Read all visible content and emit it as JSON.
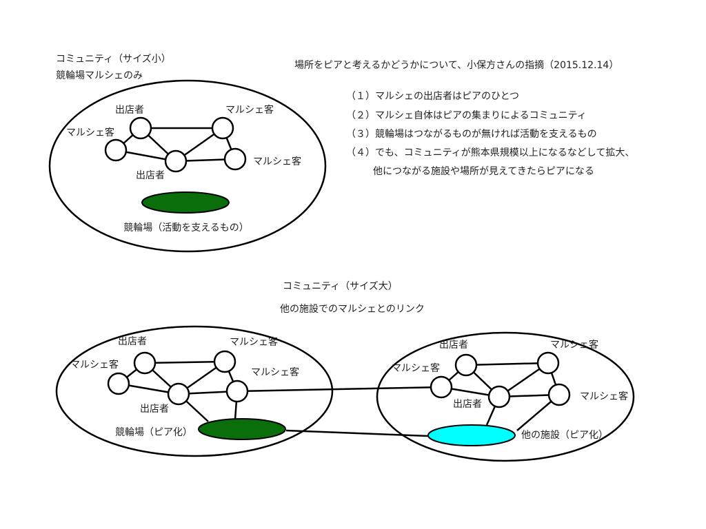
{
  "small": {
    "title": "コミュニティ（サイズ小）",
    "subtitle": "競輪場マルシェのみ",
    "base_label": "競輪場（活動を支えるもの）",
    "nodes": {
      "seller_top": "出店者",
      "customer_top": "マルシェ客",
      "customer_left": "マルシェ客",
      "seller_center": "出店者",
      "customer_right": "マルシェ客"
    }
  },
  "notes": {
    "heading": "場所をピアと考えるかどうかについて、小保方さんの指摘（2015.12.14）",
    "items": [
      "（１）マルシェの出店者はピアのひとつ",
      "（２）マルシェ自体はピアの集まりによるコミュニティ",
      "（３）競輪場はつながるものが無ければ活動を支えるもの",
      "（４）でも、コミュニティが熊本県規模以上になるなどして拡大、",
      "他につながる施設や場所が見えてきたらピアになる"
    ]
  },
  "large": {
    "title": "コミュニティ（サイズ大）",
    "subtitle": "他の施設でのマルシェとのリンク",
    "left": {
      "nodes": {
        "seller_top": "出店者",
        "customer_top": "マルシェ客",
        "customer_left": "マルシェ客",
        "seller_center": "出店者",
        "customer_right": "マルシェ客"
      },
      "base_label": "競輪場（ピア化）"
    },
    "right": {
      "nodes": {
        "seller_top": "出店者",
        "customer_top": "マルシェ客",
        "customer_left": "マルシェ客",
        "seller_center": "出店者",
        "customer_right": "マルシェ客"
      },
      "base_label": "他の施設（ピア化）"
    }
  },
  "colors": {
    "base_green": "#0a6e0a",
    "other_facility_cyan": "#00ffff",
    "stroke": "#000000"
  }
}
